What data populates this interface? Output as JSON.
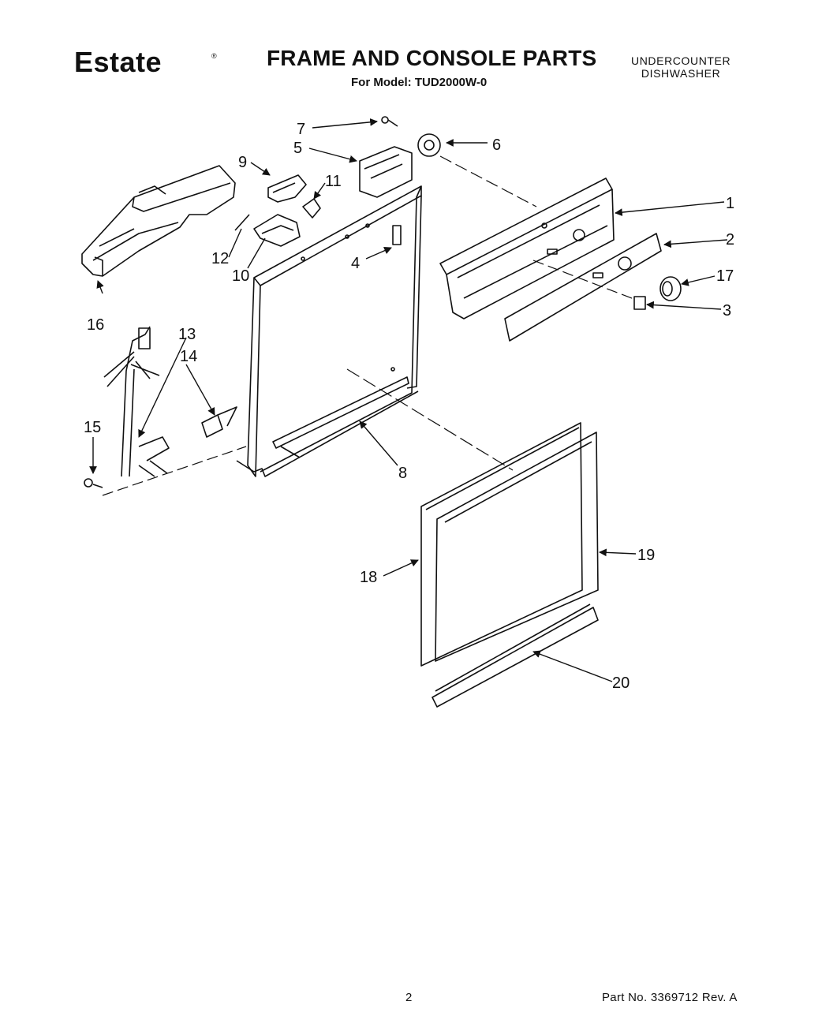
{
  "header": {
    "brand": "Estate",
    "brand_mark": "®",
    "title": "FRAME AND CONSOLE PARTS",
    "subtitle": "For Model: TUD2000W-0",
    "category_line1": "UNDERCOUNTER",
    "category_line2": "DISHWASHER"
  },
  "callouts": [
    "1",
    "2",
    "3",
    "4",
    "5",
    "6",
    "7",
    "8",
    "9",
    "10",
    "11",
    "12",
    "13",
    "14",
    "15",
    "16",
    "17",
    "18",
    "19",
    "20"
  ],
  "footer": {
    "page_number": "2",
    "part_number": "Part No. 3369712 Rev. A"
  }
}
